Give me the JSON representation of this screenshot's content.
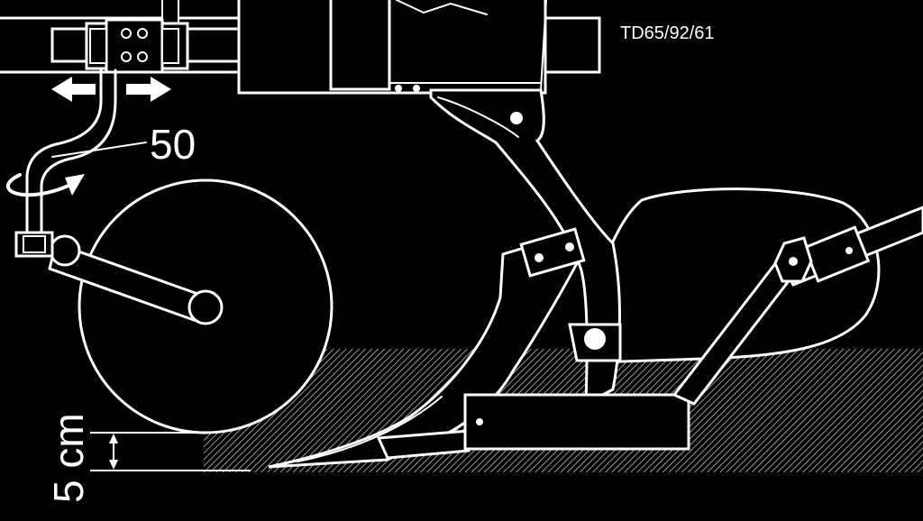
{
  "figure_code": "TD65/92/61",
  "callouts": {
    "part_number": "50"
  },
  "dimension": {
    "value_label": "5 cm"
  },
  "colors": {
    "background": "#000000",
    "line": "#ffffff",
    "soil_hatch": "#bdbdbd"
  },
  "icons": {
    "adjust_arrows": "double-horizontal-arrow-icon",
    "rotation": "rotate-arrow-icon"
  }
}
